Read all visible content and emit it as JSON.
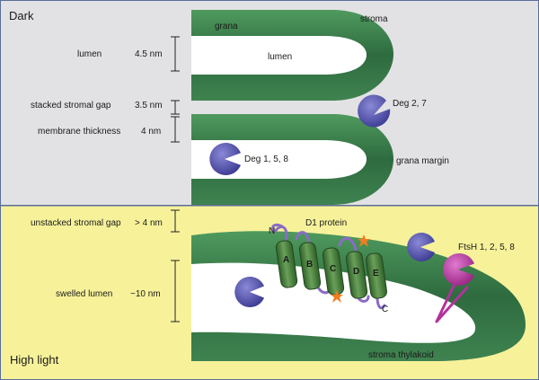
{
  "panels": {
    "dark": {
      "title": "Dark",
      "background": "#e2e2e4",
      "labels": {
        "grana": "grana",
        "stroma": "stroma",
        "lumen_inside": "lumen",
        "grana_margin": "grana margin"
      },
      "measurements": [
        {
          "label": "lumen",
          "value": "4.5 nm"
        },
        {
          "label": "stacked stromal gap",
          "value": "3.5 nm"
        },
        {
          "label": "membrane thickness",
          "value": "4 nm"
        }
      ],
      "proteases": [
        {
          "name": "Deg 2, 7",
          "color": "#4b4aa3"
        },
        {
          "name": "Deg 1, 5, 8",
          "color": "#4b4aa3"
        }
      ]
    },
    "high_light": {
      "title": "High light",
      "background": "#f7f29a",
      "labels": {
        "d1_protein": "D1 protein",
        "n_terminus": "N",
        "c_terminus": "C",
        "stroma_thylakoid": "stroma thylakoid",
        "ftsh": "FtsH 1, 2, 5, 8"
      },
      "measurements": [
        {
          "label": "unstacked stromal gap",
          "value": "> 4 nm"
        },
        {
          "label": "swelled lumen",
          "value": "~10 nm"
        }
      ],
      "helices": [
        "A",
        "B",
        "C",
        "D",
        "E"
      ]
    }
  },
  "colors": {
    "membrane_dark": "#2e6b3f",
    "membrane_light": "#4f9a5e",
    "helix": "#3f7a35",
    "deg": "#4b4aa3",
    "ftsh": "#b3319b",
    "damage": "#f07d1e",
    "border": "#5a6d9a"
  }
}
